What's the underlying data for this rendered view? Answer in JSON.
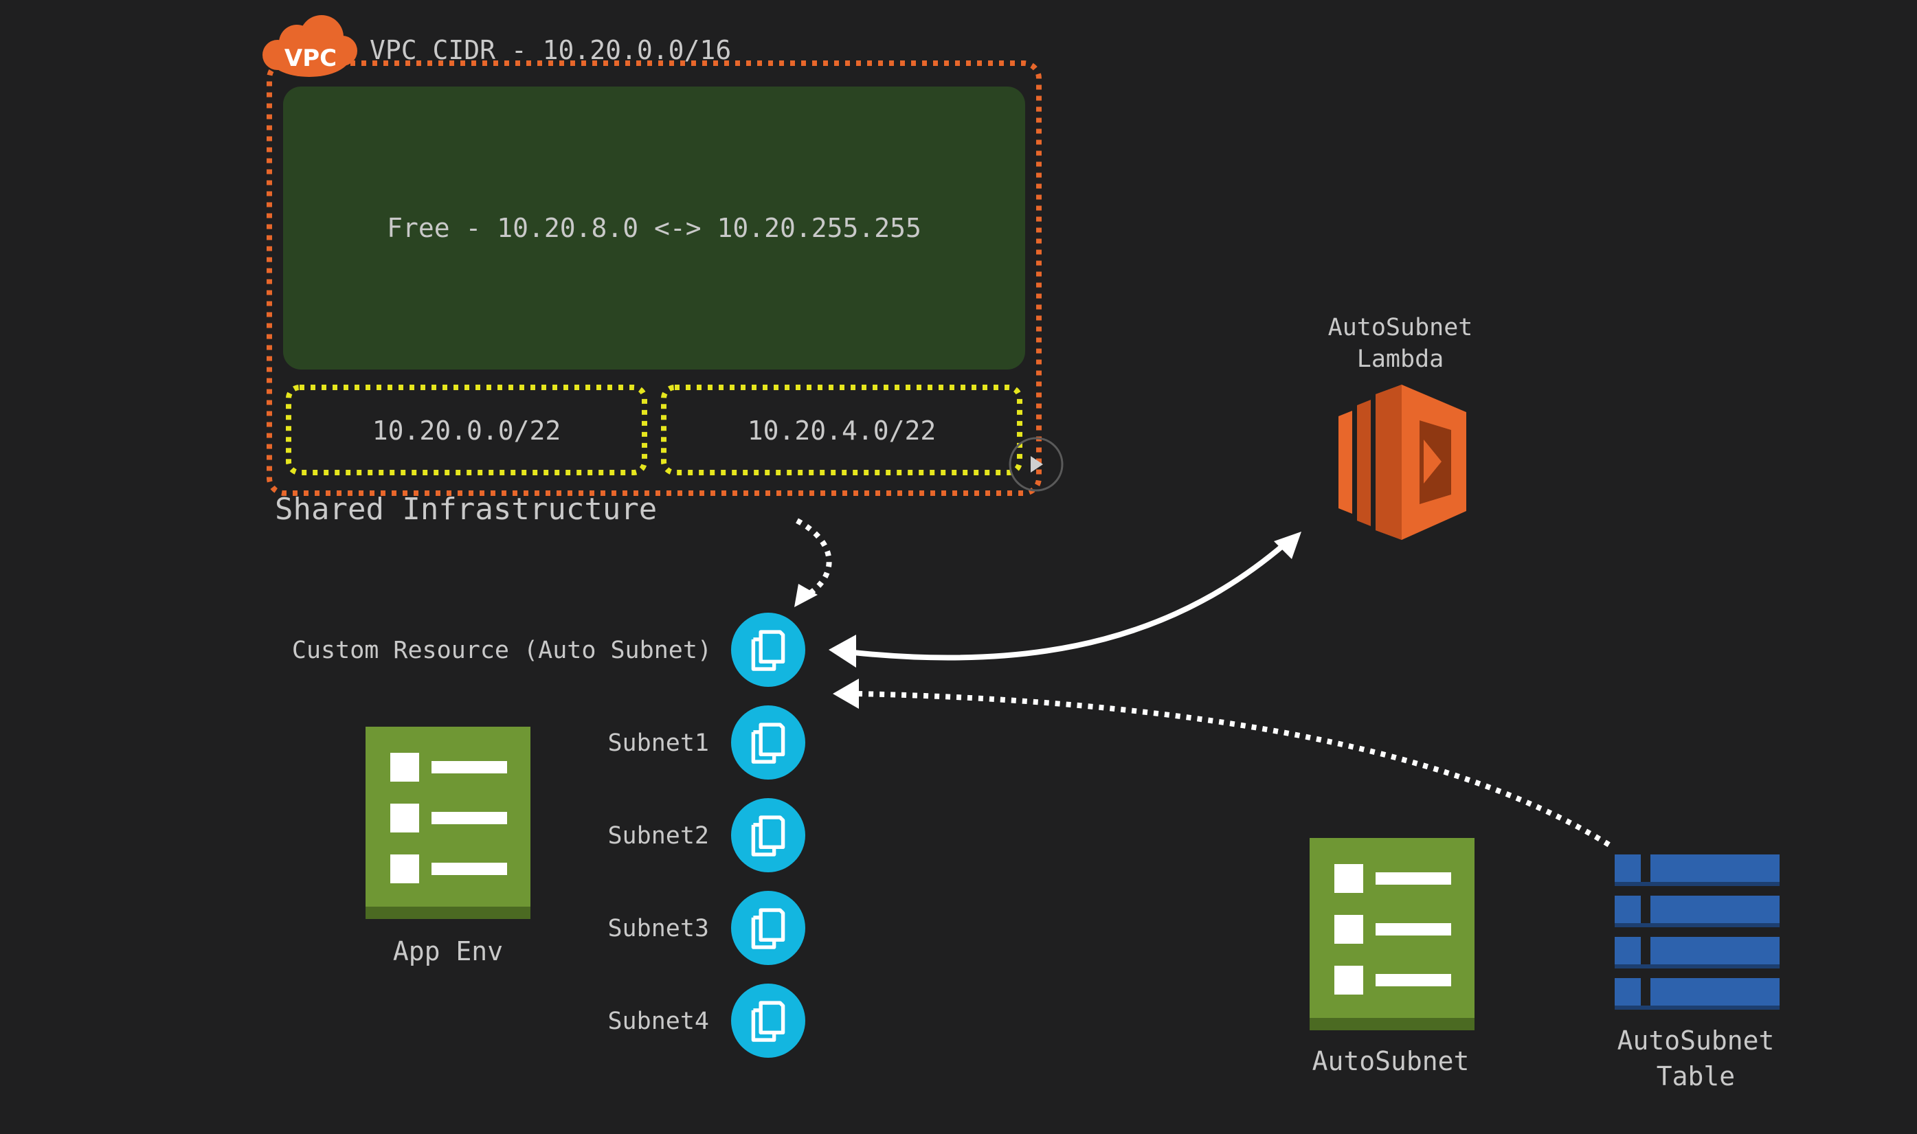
{
  "vpc": {
    "badge": "VPC",
    "cidr_label": "VPC CIDR - 10.20.0.0/16",
    "free_range": "Free - 10.20.8.0 <-> 10.20.255.255",
    "subnet_a": "10.20.0.0/22",
    "subnet_b": "10.20.4.0/22",
    "section_label": "Shared Infrastructure"
  },
  "custom_resource": {
    "label": "Custom Resource (Auto Subnet)"
  },
  "subnets": [
    "Subnet1",
    "Subnet2",
    "Subnet3",
    "Subnet4"
  ],
  "app_env": {
    "label": "App Env"
  },
  "lambda": {
    "label_line1": "AutoSubnet",
    "label_line2": "Lambda"
  },
  "autosubnet_stack": {
    "label": "AutoSubnet"
  },
  "table": {
    "label_line1": "AutoSubnet",
    "label_line2": "Table"
  },
  "colors": {
    "background": "#1f1f20",
    "vpc_border": "#e8672b",
    "free_fill": "#2a4422",
    "subnet_border": "#e6e61e",
    "resource_circle": "#13b6e0",
    "stack_green": "#6f9734",
    "lambda_orange": "#e8672b",
    "table_blue": "#2d62ad"
  }
}
